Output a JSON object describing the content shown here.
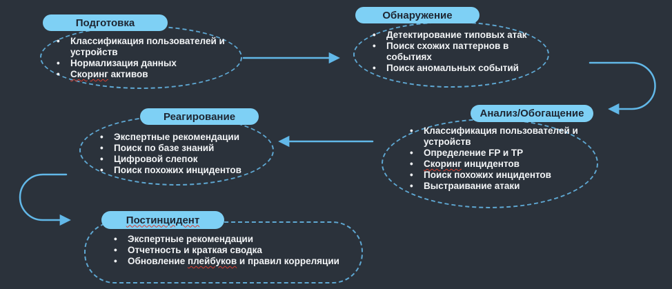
{
  "colors": {
    "background": "#2b323b",
    "pill_bg": "#7ed0f5",
    "pill_text": "#1d2531",
    "dashed_outline": "#5fa8d3",
    "arrow": "#62b8e8",
    "text": "#f2f4f6",
    "spellcheck_underline": "#d83b2e"
  },
  "stages": [
    {
      "title": "Подготовка",
      "title_misspelled": false,
      "bullets": [
        {
          "segments": [
            {
              "text": "Классификация пользователей и устройств",
              "misspelled": false
            }
          ]
        },
        {
          "segments": [
            {
              "text": "Нормализация данных",
              "misspelled": false
            }
          ]
        },
        {
          "segments": [
            {
              "text": "Скоринг",
              "misspelled": true
            },
            {
              "text": " активов",
              "misspelled": false
            }
          ]
        }
      ]
    },
    {
      "title": "Обнаружение",
      "title_misspelled": false,
      "bullets": [
        {
          "segments": [
            {
              "text": "Детектирование типовых атак",
              "misspelled": false
            }
          ]
        },
        {
          "segments": [
            {
              "text": "Поиск схожих паттернов в событиях",
              "misspelled": false
            }
          ]
        },
        {
          "segments": [
            {
              "text": "Поиск аномальных событий",
              "misspelled": false
            }
          ]
        }
      ]
    },
    {
      "title": "Анализ/Обогащение",
      "title_misspelled": false,
      "bullets": [
        {
          "segments": [
            {
              "text": "Классификация пользователей и устройств",
              "misspelled": false
            }
          ]
        },
        {
          "segments": [
            {
              "text": "Определение FP и TP",
              "misspelled": false
            }
          ]
        },
        {
          "segments": [
            {
              "text": "Скоринг",
              "misspelled": true
            },
            {
              "text": " инцидентов",
              "misspelled": false
            }
          ]
        },
        {
          "segments": [
            {
              "text": "Поиск похожих инцидентов",
              "misspelled": false
            }
          ]
        },
        {
          "segments": [
            {
              "text": "Выстраивание атаки",
              "misspelled": false
            }
          ]
        }
      ]
    },
    {
      "title": "Реагирование",
      "title_misspelled": false,
      "bullets": [
        {
          "segments": [
            {
              "text": "Экспертные рекомендации",
              "misspelled": false
            }
          ]
        },
        {
          "segments": [
            {
              "text": "Поиск по базе знаний",
              "misspelled": false
            }
          ]
        },
        {
          "segments": [
            {
              "text": "Цифровой слепок",
              "misspelled": false
            }
          ]
        },
        {
          "segments": [
            {
              "text": "Поиск похожих инцидентов",
              "misspelled": false
            }
          ]
        }
      ]
    },
    {
      "title": "Постинцидент",
      "title_misspelled": true,
      "bullets": [
        {
          "segments": [
            {
              "text": "Экспертные рекомендации",
              "misspelled": false
            }
          ]
        },
        {
          "segments": [
            {
              "text": "Отчетность и краткая сводка",
              "misspelled": false
            }
          ]
        },
        {
          "segments": [
            {
              "text": "Обновление ",
              "misspelled": false
            },
            {
              "text": "плейбуков",
              "misspelled": true
            },
            {
              "text": " и правил корреляции",
              "misspelled": false
            }
          ]
        }
      ]
    }
  ],
  "arrows": [
    {
      "name": "preparation-to-detection",
      "shape": "straight-right"
    },
    {
      "name": "detection-to-analysis",
      "shape": "u-turn-right-down"
    },
    {
      "name": "analysis-to-response",
      "shape": "straight-left"
    },
    {
      "name": "response-to-postincident",
      "shape": "u-turn-left-down"
    }
  ]
}
